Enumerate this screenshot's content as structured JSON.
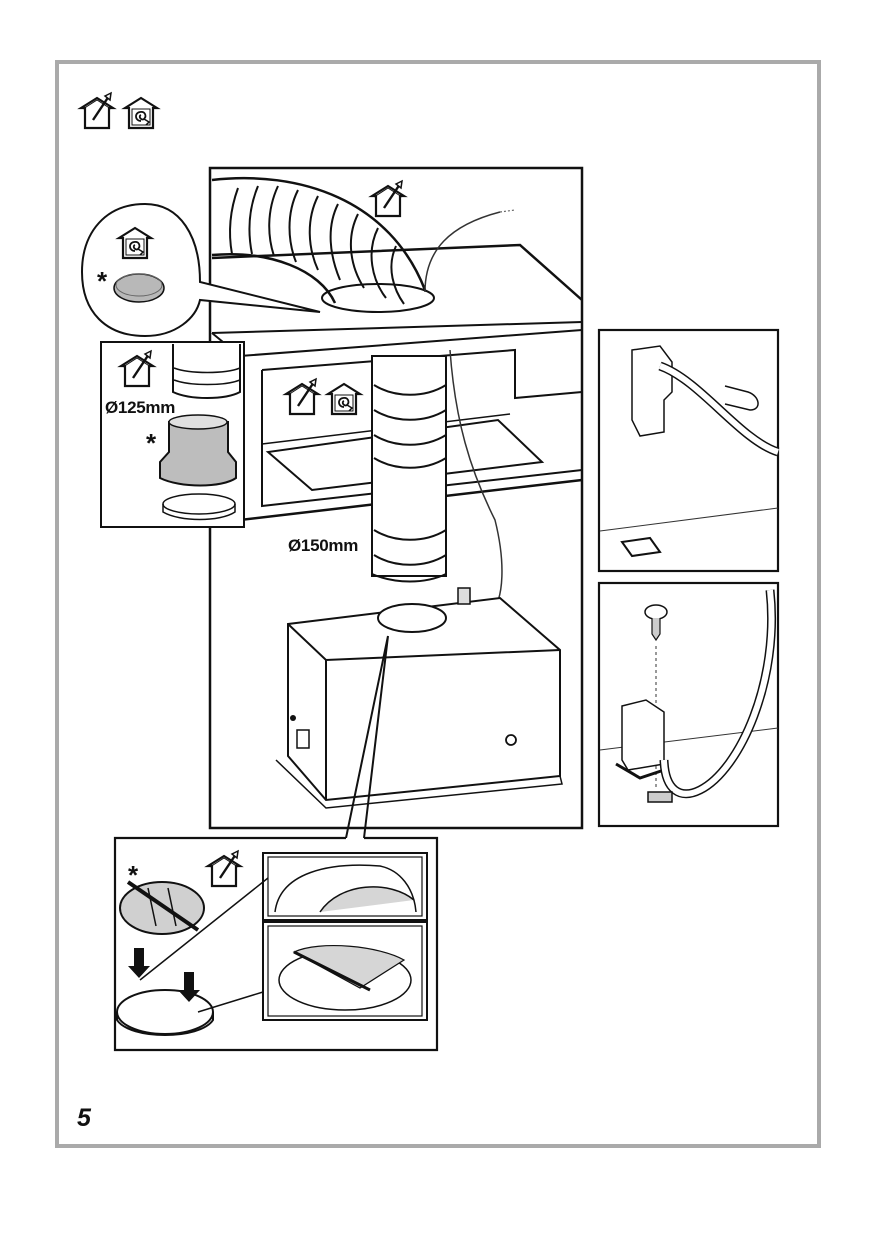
{
  "page": {
    "number": "5",
    "header_icons": [
      "ducted-extraction-icon",
      "recirculation-icon"
    ]
  },
  "main_panel": {
    "ceiling_icon": "ducted-extraction-icon",
    "cabinet_icons": [
      "ducted-extraction-icon",
      "recirculation-icon"
    ],
    "duct_label": "Ø150mm"
  },
  "recirc_callout": {
    "icon": "recirculation-icon",
    "marker": "*",
    "part": "carbon-filter"
  },
  "reducer_panel": {
    "icon": "ducted-extraction-icon",
    "duct_label": "Ø125mm",
    "marker": "*",
    "part": "reducer-adapter"
  },
  "cable_panels": [
    {
      "step": "plug-and-cable-clip"
    },
    {
      "step": "fix-plug-with-screw"
    }
  ],
  "valve_panel": {
    "icon": "ducted-extraction-icon",
    "marker": "*",
    "part": "non-return-valve"
  },
  "colors": {
    "frame": "#aaaaaa",
    "line": "#111111",
    "part_fill": "#bdbdbd"
  }
}
